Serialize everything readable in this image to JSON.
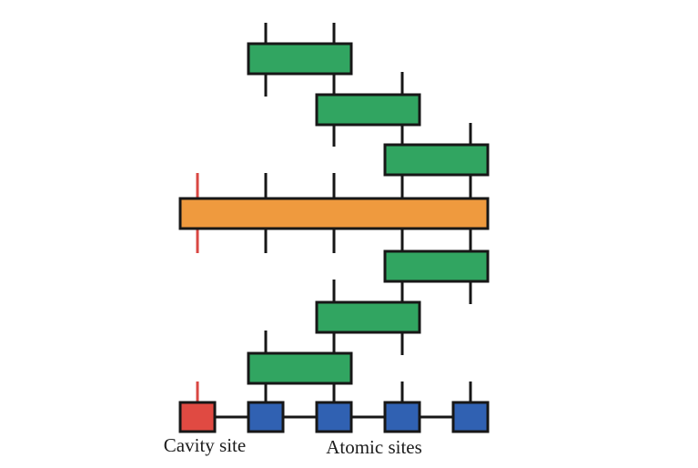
{
  "diagram": {
    "background": "#ffffff",
    "labels": {
      "cavity": "Cavity site",
      "atomic": "Atomic sites"
    },
    "colors": {
      "gate": "#31a561",
      "long_gate": "#ef9a3e",
      "cavity_site": "#e04a42",
      "atomic_site": "#3061b2",
      "wire": "#171717",
      "cavity_wire": "#d94743",
      "outline": "#171717",
      "label_text": "#1c1c1c"
    },
    "gates": [
      {
        "name": "green-gate-row1",
        "color": "gate",
        "row": 0,
        "legs": [
          1,
          2
        ]
      },
      {
        "name": "green-gate-row2",
        "color": "gate",
        "row": 1,
        "legs": [
          2,
          3
        ]
      },
      {
        "name": "green-gate-row3",
        "color": "gate",
        "row": 2,
        "legs": [
          3,
          4
        ]
      },
      {
        "name": "orange-long-gate",
        "color": "long_gate",
        "row": 3,
        "legs": [
          0,
          1,
          2,
          3,
          4
        ]
      },
      {
        "name": "green-gate-row5",
        "color": "gate",
        "row": 4,
        "legs": [
          3,
          4
        ]
      },
      {
        "name": "green-gate-row6",
        "color": "gate",
        "row": 5,
        "legs": [
          2,
          3
        ]
      },
      {
        "name": "green-gate-row7",
        "color": "gate",
        "row": 6,
        "legs": [
          1,
          2
        ]
      }
    ],
    "sites": [
      {
        "name": "cavity-site",
        "type": "cavity",
        "color": "cavity_site"
      },
      {
        "name": "atomic-site-1",
        "type": "atomic",
        "color": "atomic_site"
      },
      {
        "name": "atomic-site-2",
        "type": "atomic",
        "color": "atomic_site"
      },
      {
        "name": "atomic-site-3",
        "type": "atomic",
        "color": "atomic_site"
      },
      {
        "name": "atomic-site-4",
        "type": "atomic",
        "color": "atomic_site"
      }
    ]
  }
}
